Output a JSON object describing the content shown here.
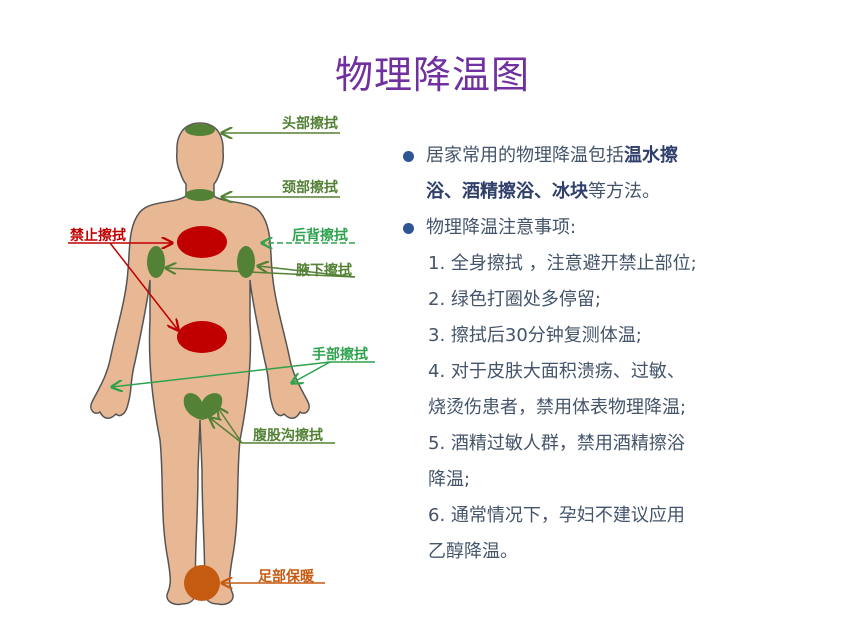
{
  "title": "物理降温图",
  "colors": {
    "title": "#7030a0",
    "skin": "#e8b894",
    "wipe_zone": "#538135",
    "forbidden_zone": "#c00000",
    "foot_zone": "#c55a11",
    "bullet": "#2f5597",
    "text": "#44546a"
  },
  "diagram": {
    "labels": {
      "head": "头部擦拭",
      "neck": "颈部擦拭",
      "forbidden": "禁止擦拭",
      "back": "后背擦拭",
      "armpit": "腋下擦拭",
      "hand": "手部擦拭",
      "groin": "腹股沟擦拭",
      "foot": "足部保暖"
    }
  },
  "content": {
    "bullet1": {
      "pre": "居家常用的物理降温包括",
      "bold1": "温水擦",
      "bold2": "浴、酒精擦浴、冰块",
      "post": "等方法。"
    },
    "bullet2": "物理降温注意事项:",
    "items": [
      "1. 全身擦拭 ，注意避开禁止部位;",
      "2. 绿色打圈处多停留;",
      "3. 擦拭后30分钟复测体温;",
      "4. 对于皮肤大面积溃疡、过敏、",
      "烧烫伤患者，禁用体表物理降温;",
      "5. 酒精过敏人群，禁用酒精擦浴",
      "降温;",
      "6. 通常情况下，孕妇不建议应用",
      "乙醇降温。"
    ]
  }
}
